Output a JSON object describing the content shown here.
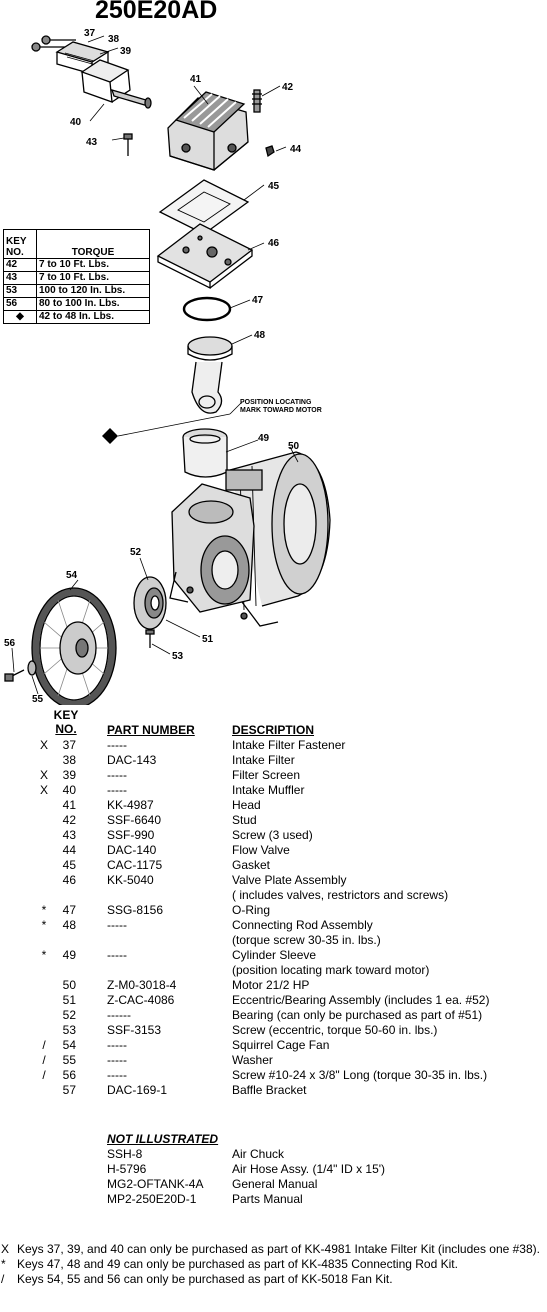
{
  "title": "250E20AD",
  "diagram": {
    "callouts": [
      "37",
      "38",
      "39",
      "40",
      "41",
      "42",
      "43",
      "44",
      "45",
      "46",
      "47",
      "48",
      "49",
      "50",
      "51",
      "52",
      "53",
      "54",
      "55",
      "56"
    ],
    "note_line1": "POSITION LOCATING",
    "note_line2": "MARK TOWARD MOTOR"
  },
  "torque_table": {
    "header_key": [
      "KEY",
      "NO."
    ],
    "header_torque": "TORQUE",
    "rows": [
      {
        "key": "42",
        "torque": "7 to 10 Ft. Lbs."
      },
      {
        "key": "43",
        "torque": "7 to 10 Ft. Lbs."
      },
      {
        "key": "53",
        "torque": "100 to 120 In. Lbs."
      },
      {
        "key": "56",
        "torque": "80 to 100 In. Lbs."
      },
      {
        "key": "◆",
        "torque": "42 to 48 In. Lbs."
      }
    ]
  },
  "parts_list": {
    "header_key": [
      "KEY",
      "NO."
    ],
    "header_part": "PART NUMBER",
    "header_desc": "DESCRIPTION",
    "rows": [
      {
        "mark": "X",
        "key": "37",
        "part": "-----",
        "desc": "Intake Filter Fastener"
      },
      {
        "mark": "",
        "key": "38",
        "part": "DAC-143",
        "desc": "Intake Filter"
      },
      {
        "mark": "X",
        "key": "39",
        "part": "-----",
        "desc": "Filter Screen"
      },
      {
        "mark": "X",
        "key": "40",
        "part": "-----",
        "desc": "Intake Muffler"
      },
      {
        "mark": "",
        "key": "41",
        "part": "KK-4987",
        "desc": "Head"
      },
      {
        "mark": "",
        "key": "42",
        "part": "SSF-6640",
        "desc": "Stud"
      },
      {
        "mark": "",
        "key": "43",
        "part": "SSF-990",
        "desc": "Screw (3 used)"
      },
      {
        "mark": "",
        "key": "44",
        "part": "DAC-140",
        "desc": "Flow Valve"
      },
      {
        "mark": "",
        "key": "45",
        "part": "CAC-1175",
        "desc": "Gasket"
      },
      {
        "mark": "",
        "key": "46",
        "part": "KK-5040",
        "desc": "Valve Plate Assembly"
      },
      {
        "mark": "",
        "key": "",
        "part": "",
        "desc": "( includes valves, restrictors and screws)"
      },
      {
        "mark": "*",
        "key": "47",
        "part": "SSG-8156",
        "desc": "O-Ring"
      },
      {
        "mark": "*",
        "key": "48",
        "part": "-----",
        "desc": "Connecting Rod Assembly"
      },
      {
        "mark": "",
        "key": "",
        "part": "",
        "desc": "(torque screw 30-35 in. lbs.)"
      },
      {
        "mark": "*",
        "key": "49",
        "part": "-----",
        "desc": "Cylinder Sleeve"
      },
      {
        "mark": "",
        "key": "",
        "part": "",
        "desc": "(position locating mark toward motor)"
      },
      {
        "mark": "",
        "key": "50",
        "part": "Z-M0-3018-4",
        "desc": "Motor 21/2 HP"
      },
      {
        "mark": "",
        "key": "51",
        "part": "Z-CAC-4086",
        "desc": "Eccentric/Bearing Assembly (includes 1 ea. #52)"
      },
      {
        "mark": "",
        "key": "52",
        "part": "------",
        "desc": "Bearing (can only be purchased as part of #51)"
      },
      {
        "mark": "",
        "key": "53",
        "part": "SSF-3153",
        "desc": "Screw (eccentric, torque 50-60 in. lbs.)"
      },
      {
        "mark": "/",
        "key": "54",
        "part": "-----",
        "desc": "Squirrel Cage Fan"
      },
      {
        "mark": "/",
        "key": "55",
        "part": "-----",
        "desc": "Washer"
      },
      {
        "mark": "/",
        "key": "56",
        "part": "-----",
        "desc": "Screw #10-24 x 3/8\" Long (torque 30-35 in. lbs.)"
      },
      {
        "mark": "",
        "key": "57",
        "part": "DAC-169-1",
        "desc": "Baffle Bracket"
      }
    ]
  },
  "not_illustrated": {
    "title": "NOT ILLUSTRATED",
    "rows": [
      {
        "part": "SSH-8",
        "desc": "Air Chuck"
      },
      {
        "part": "H-5796",
        "desc": "Air Hose Assy. (1/4\" ID x 15')"
      },
      {
        "part": "MG2-OFTANK-4A",
        "desc": "General Manual"
      },
      {
        "part": "MP2-250E20D-1",
        "desc": "Parts Manual"
      }
    ]
  },
  "notes": [
    {
      "symbol": "X",
      "text": "Keys 37, 39, and 40 can only be purchased as part of KK-4981 Intake Filter Kit (includes one #38)."
    },
    {
      "symbol": "*",
      "text": "Keys 47, 48 and 49 can only be purchased as part of KK-4835 Connecting Rod Kit."
    },
    {
      "symbol": "/",
      "text": "Keys 54, 55 and 56 can only be purchased as part of KK-5018 Fan Kit."
    }
  ]
}
